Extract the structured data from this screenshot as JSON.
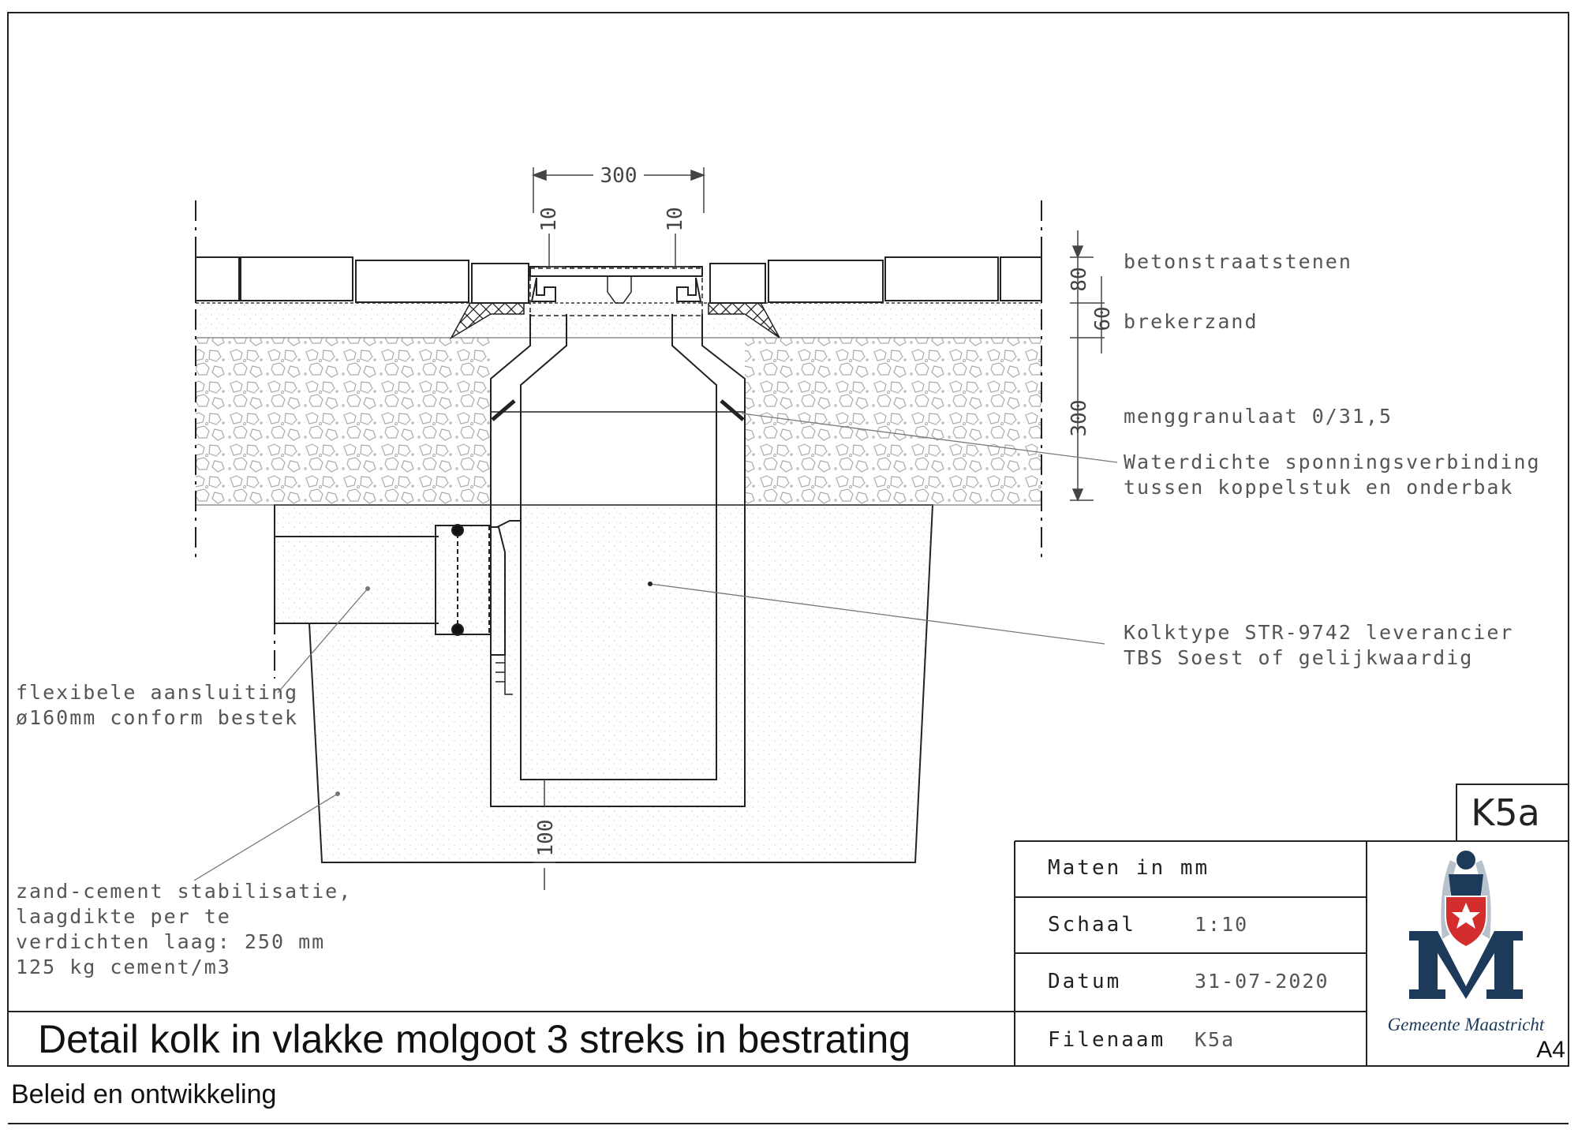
{
  "title": "Detail kolk in vlakke molgoot 3 streks in bestrating",
  "department": "Beleid en ontwikkeling",
  "drawing_code": "K5a",
  "paper_size": "A4",
  "title_block": {
    "units_label": "Maten in mm",
    "scale_label": "Schaal",
    "scale_value": "1:10",
    "date_label": "Datum",
    "date_value": "31-07-2020",
    "filename_label": "Filenaam",
    "filename_value": "K5a"
  },
  "logo": {
    "name": "Gemeente Maastricht"
  },
  "dimensions": {
    "width_top": "300",
    "gap_left": "10",
    "gap_right": "10",
    "layer_paving": "80",
    "layer_sand": "60",
    "layer_granulate": "300",
    "bottom_offset": "100"
  },
  "labels": {
    "paving": "betonstraatstenen",
    "sand": "brekerzand",
    "granulate": "menggranulaat 0/31,5",
    "seal_line1": "Waterdichte sponningsverbinding",
    "seal_line2": "tussen koppelstuk en onderbak",
    "gully_line1": "Kolktype STR-9742 leverancier",
    "gully_line2": "TBS Soest of gelijkwaardig",
    "connection_line1": "flexibele aansluiting",
    "connection_line2": "ø160mm conform bestek",
    "stab_line1": "zand-cement stabilisatie,",
    "stab_line2": "laagdikte per te",
    "stab_line3": "verdichten laag: 250 mm",
    "stab_line4": "125 kg cement/m3"
  },
  "colors": {
    "logo_navy": "#1d3a5a",
    "logo_red": "#d42d2d",
    "line": "#222222"
  }
}
